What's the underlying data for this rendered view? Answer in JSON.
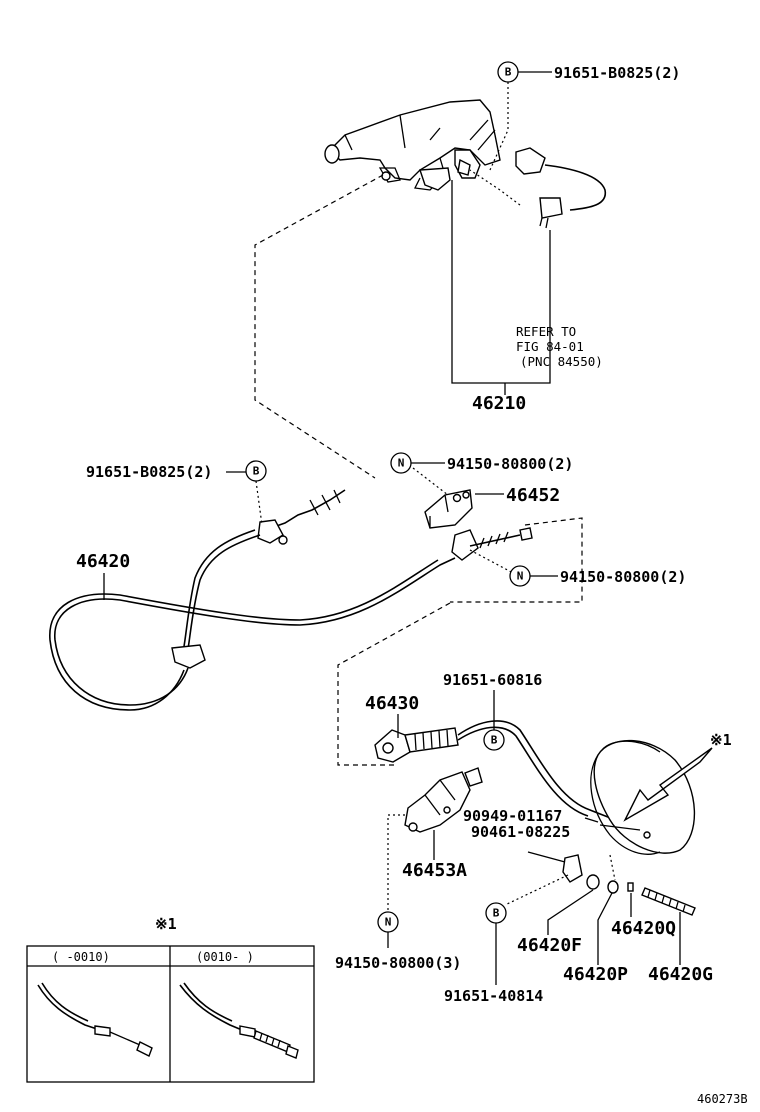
{
  "callouts": {
    "p91651_B0825_top": "91651-B0825(2)",
    "p46210": "46210",
    "refer_line1": "REFER TO",
    "refer_line2": "FIG 84-01",
    "refer_line3": "(PNC 84550)",
    "p91651_B0825_left": "91651-B0825(2)",
    "p94150_80800_a": "94150-80800(2)",
    "p46452": "46452",
    "p46420": "46420",
    "p94150_80800_b": "94150-80800(2)",
    "p91651_60816": "91651-60816",
    "p46430": "46430",
    "p90949_01167": "90949-01167",
    "p90461_08225": "90461-08225",
    "p46453A": "46453A",
    "p94150_80800_c": "94150-80800(3)",
    "p91651_40814": "91651-40814",
    "p46420F": "46420F",
    "p46420Q": "46420Q",
    "p46420P": "46420P",
    "p46420G": "46420G",
    "mark1": "※1"
  },
  "symbols": {
    "bolt": "B",
    "nut": "N"
  },
  "inset": {
    "title": "※1",
    "col1_label": "(    -0010)",
    "col2_label": "(0010-    )"
  },
  "diagram_code": "460273B"
}
